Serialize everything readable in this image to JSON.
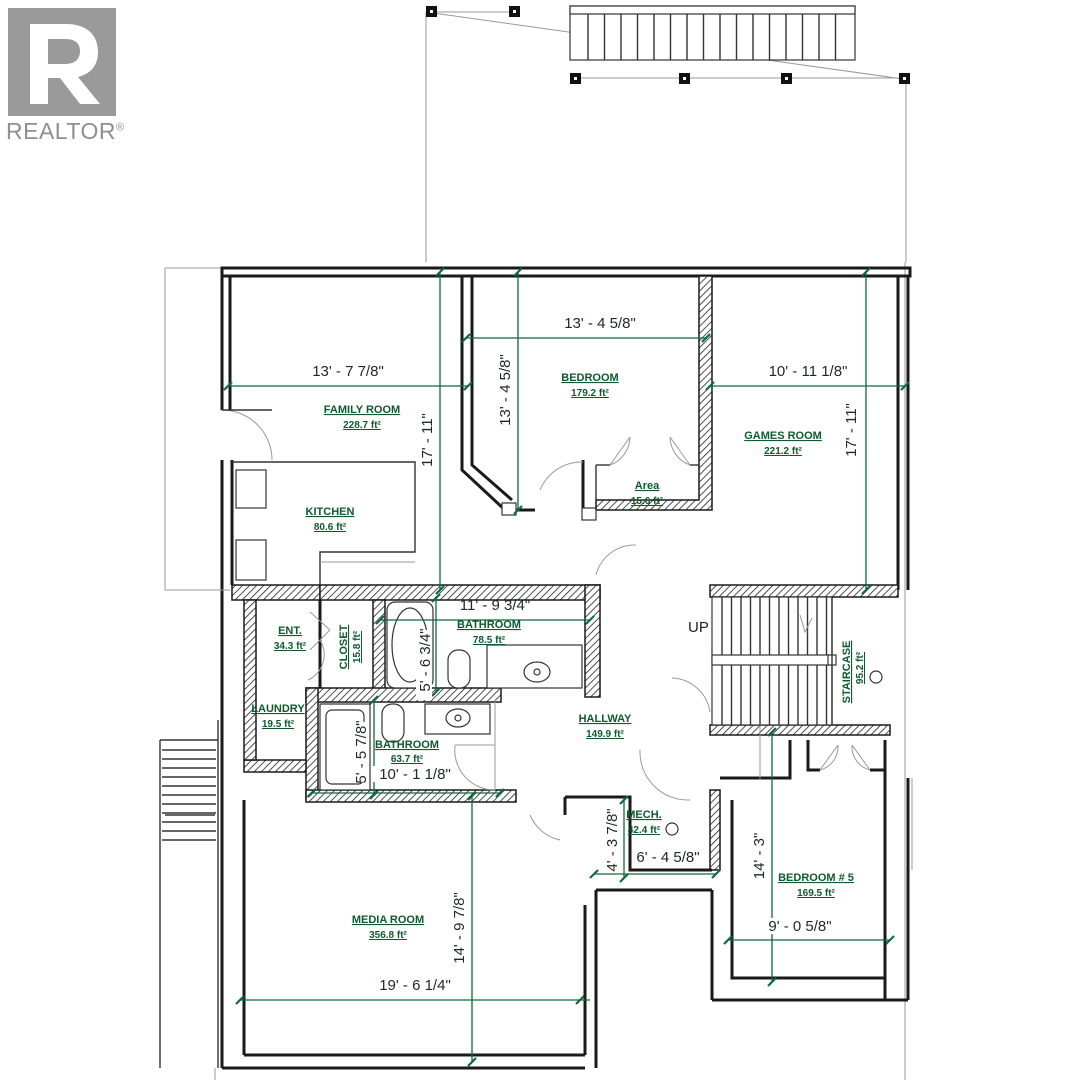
{
  "logo": {
    "text": "REALTOR",
    "mark": "®",
    "icon": "realtor-r-mark"
  },
  "rooms": {
    "family_room": {
      "name": "FAMILY ROOM",
      "area": "228.7 ft²"
    },
    "bedroom": {
      "name": "BEDROOM",
      "area": "179.2 ft²"
    },
    "games_room": {
      "name": "GAMES ROOM",
      "area": "221.2 ft²"
    },
    "area": {
      "name": "Area",
      "area": "15.6 ft²"
    },
    "kitchen": {
      "name": "KITCHEN",
      "area": "80.6 ft²"
    },
    "bathroom_1": {
      "name": "BATHROOM",
      "area": "78.5 ft²"
    },
    "ent": {
      "name": "ENT.",
      "area": "34.3 ft²"
    },
    "closet": {
      "name": "CLOSET",
      "area": "15.8 ft²"
    },
    "laundry": {
      "name": "LAUNDRY",
      "area": "19.5 ft²"
    },
    "bathroom_2": {
      "name": "BATHROOM",
      "area": "63.7 ft²"
    },
    "hallway": {
      "name": "HALLWAY",
      "area": "149.9 ft²"
    },
    "staircase": {
      "name": "STAIRCASE",
      "area": "95.2 ft²"
    },
    "mech": {
      "name": "MECH.",
      "area": "42.4 ft²"
    },
    "bedroom_5": {
      "name": "BEDROOM # 5",
      "area": "169.5 ft²"
    },
    "media_room": {
      "name": "MEDIA ROOM",
      "area": "356.8 ft²"
    }
  },
  "dimensions": {
    "family_width": "13' - 7 7/8\"",
    "family_depth": "17' - 11\"",
    "bedroom_width": "13' - 4 5/8\"",
    "bedroom_depth": "13' - 4 5/8\"",
    "games_width": "10' - 11 1/8\"",
    "games_depth": "17' - 11\"",
    "bath1_width": "11' - 9 3/4\"",
    "bath1_depth": "5' - 6 3/4\"",
    "bath2_depth": "5' - 5 7/8\"",
    "bath2_width": "10' - 1 1/8\"",
    "mech_depth": "4' - 3 7/8\"",
    "mech_width": "6' - 4 5/8\"",
    "media_depth": "14' - 9 7/8\"",
    "media_width": "19' - 6 1/4\"",
    "bed5_depth": "14' - 3\"",
    "bed5_width": "9' - 0 5/8\""
  },
  "labels": {
    "up": "UP"
  }
}
